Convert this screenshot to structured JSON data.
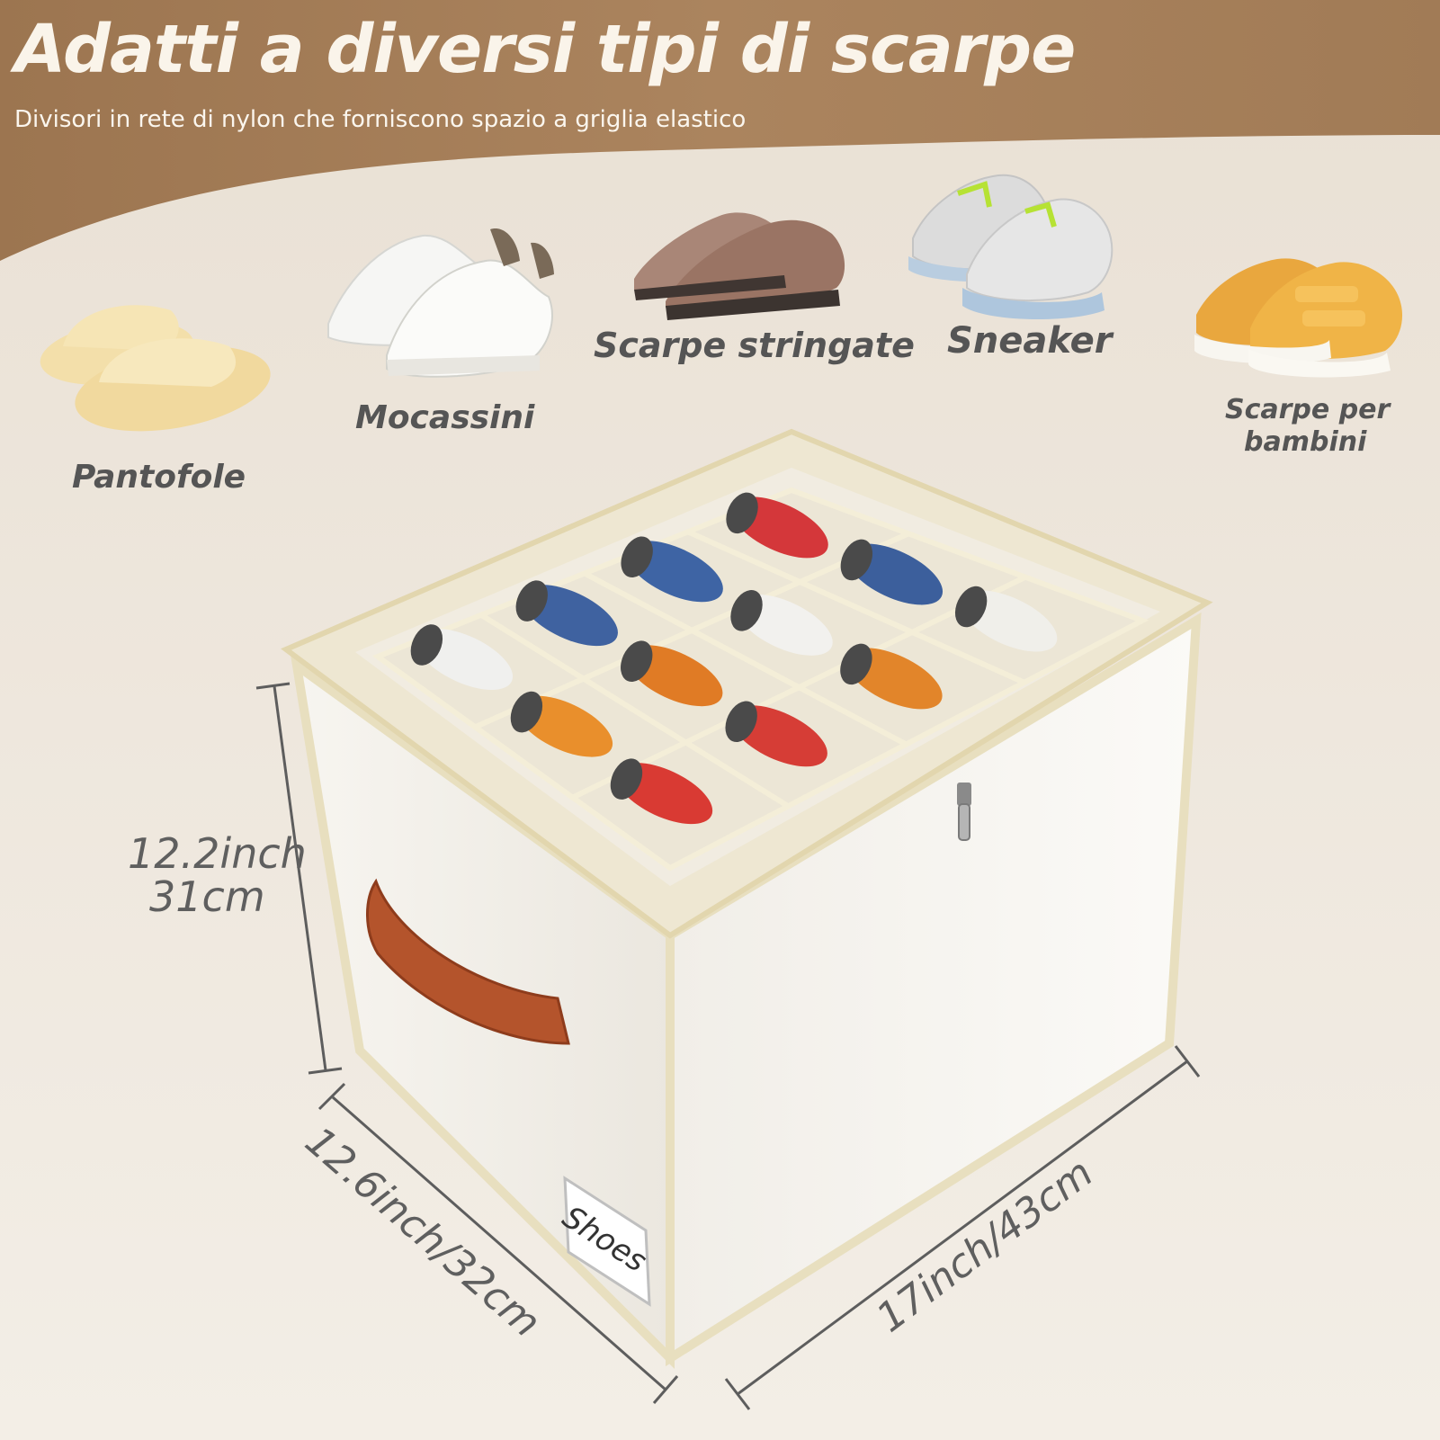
{
  "header": {
    "title": "Adatti a diversi tipi di scarpe",
    "subtitle": "Divisori in rete di nylon che forniscono spazio a griglia elastico"
  },
  "shoe_types": [
    {
      "label": "Pantofole",
      "icon": "slipper-icon"
    },
    {
      "label": "Mocassini",
      "icon": "white-sneaker-icon"
    },
    {
      "label": "Scarpe stringate",
      "icon": "leather-shoe-icon"
    },
    {
      "label": "Sneaker",
      "icon": "running-shoe-icon"
    },
    {
      "label_line1": "Scarpe per",
      "label_line2": "bambini",
      "icon": "kids-shoe-icon"
    }
  ],
  "box": {
    "tag_label": "Shoes",
    "height_inch": "12.2inch",
    "height_cm": "31cm",
    "depth": "12.6inch/32cm",
    "width": "17inch/43cm"
  },
  "colors": {
    "header_band": "#a67e57",
    "background": "#efe9e1",
    "box_trim": "#efe5c4",
    "handle": "#b4542c"
  }
}
